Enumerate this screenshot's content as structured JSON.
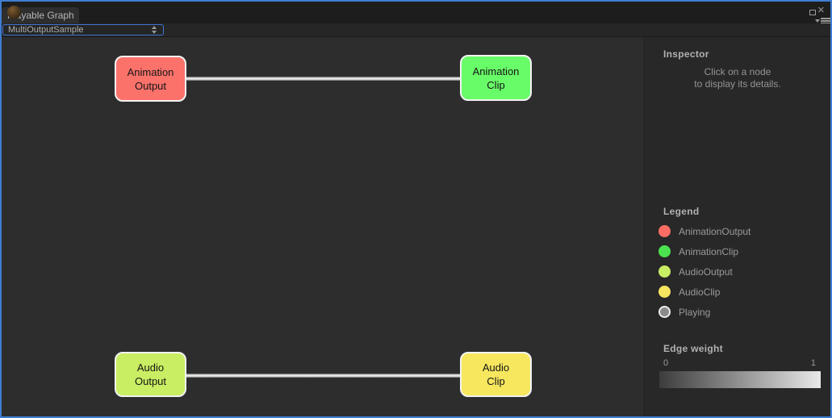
{
  "window": {
    "tab_title": "Playable Graph",
    "controls": {
      "close_glyph": "×"
    }
  },
  "toolbar": {
    "graph_selector": {
      "value": "MultiOutputSample"
    }
  },
  "graph": {
    "nodes": [
      {
        "id": "animation-output",
        "line1": "Animation",
        "line2": "Output",
        "color": "#fb726b"
      },
      {
        "id": "animation-clip",
        "line1": "Animation",
        "line2": "Clip",
        "color": "#69fc69"
      },
      {
        "id": "audio-output",
        "line1": "Audio",
        "line2": "Output",
        "color": "#c9ed63"
      },
      {
        "id": "audio-clip",
        "line1": "Audio",
        "line2": "Clip",
        "color": "#f7e75f"
      }
    ],
    "edges": [
      {
        "from": "animation-output",
        "to": "animation-clip"
      },
      {
        "from": "audio-output",
        "to": "audio-clip"
      }
    ]
  },
  "inspector": {
    "title": "Inspector",
    "hint_line1": "Click on a node",
    "hint_line2": "to display its details."
  },
  "legend": {
    "title": "Legend",
    "items": [
      {
        "label": "AnimationOutput",
        "color": "#fb6d64"
      },
      {
        "label": "AnimationClip",
        "color": "#4ce24f"
      },
      {
        "label": "AudioOutput",
        "color": "#c9ed63"
      },
      {
        "label": "AudioClip",
        "color": "#f7e45f"
      },
      {
        "label": "Playing",
        "color": "#8a8a8a"
      }
    ]
  },
  "edge_weight": {
    "title": "Edge weight",
    "min": "0",
    "max": "1",
    "gradient_from": "#3c3c3c",
    "gradient_to": "#e8e8e8"
  }
}
